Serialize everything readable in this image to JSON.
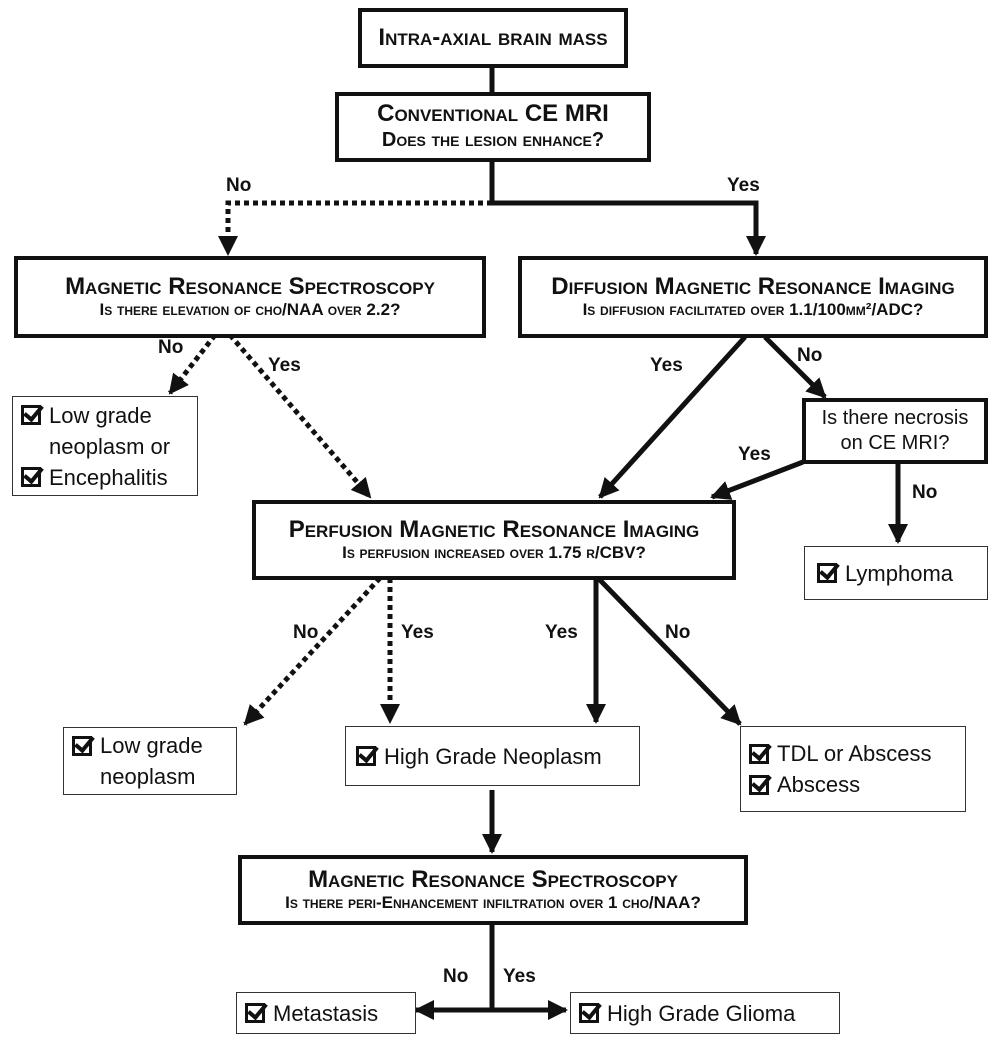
{
  "root": "Intra-axial brain mass",
  "conventional": {
    "line1": "Conventional CE MRI",
    "line2": "Does the lesion enhance?"
  },
  "mrs1": {
    "line1": "Magnetic Resonance Spectroscopy",
    "line2": "Is there elevation of cho/NAA over 2.2?"
  },
  "dmri": {
    "line1": "Diffusion  Magnetic Resonance Imaging",
    "line2": "Is diffusion facilitated over 1.1/100mm²/ADC?"
  },
  "necrosis": {
    "line1": "Is there necrosis",
    "line2": "on CE MRI?"
  },
  "pmri": {
    "line1": "Perfusion Magnetic Resonance Imaging",
    "line2": "Is perfusion increased over 1.75 r/CBV?"
  },
  "mrs2": {
    "line1": "Magnetic Resonance Spectroscopy",
    "line2": "Is there peri-Enhancement  infiltration over 1 cho/NAA?"
  },
  "results": {
    "low_grade_enc": [
      "Low grade",
      "neoplasm or",
      "Encephalitis"
    ],
    "lymphoma": "Lymphoma",
    "low_grade_neo": [
      "Low grade",
      "neoplasm"
    ],
    "high_grade_neo": "High Grade Neoplasm",
    "tdl": [
      "TDL or Abscess",
      "Abscess"
    ],
    "metastasis": "Metastasis",
    "high_grade_glioma": "High Grade Glioma"
  },
  "labels": {
    "no": "No",
    "yes": "Yes"
  }
}
